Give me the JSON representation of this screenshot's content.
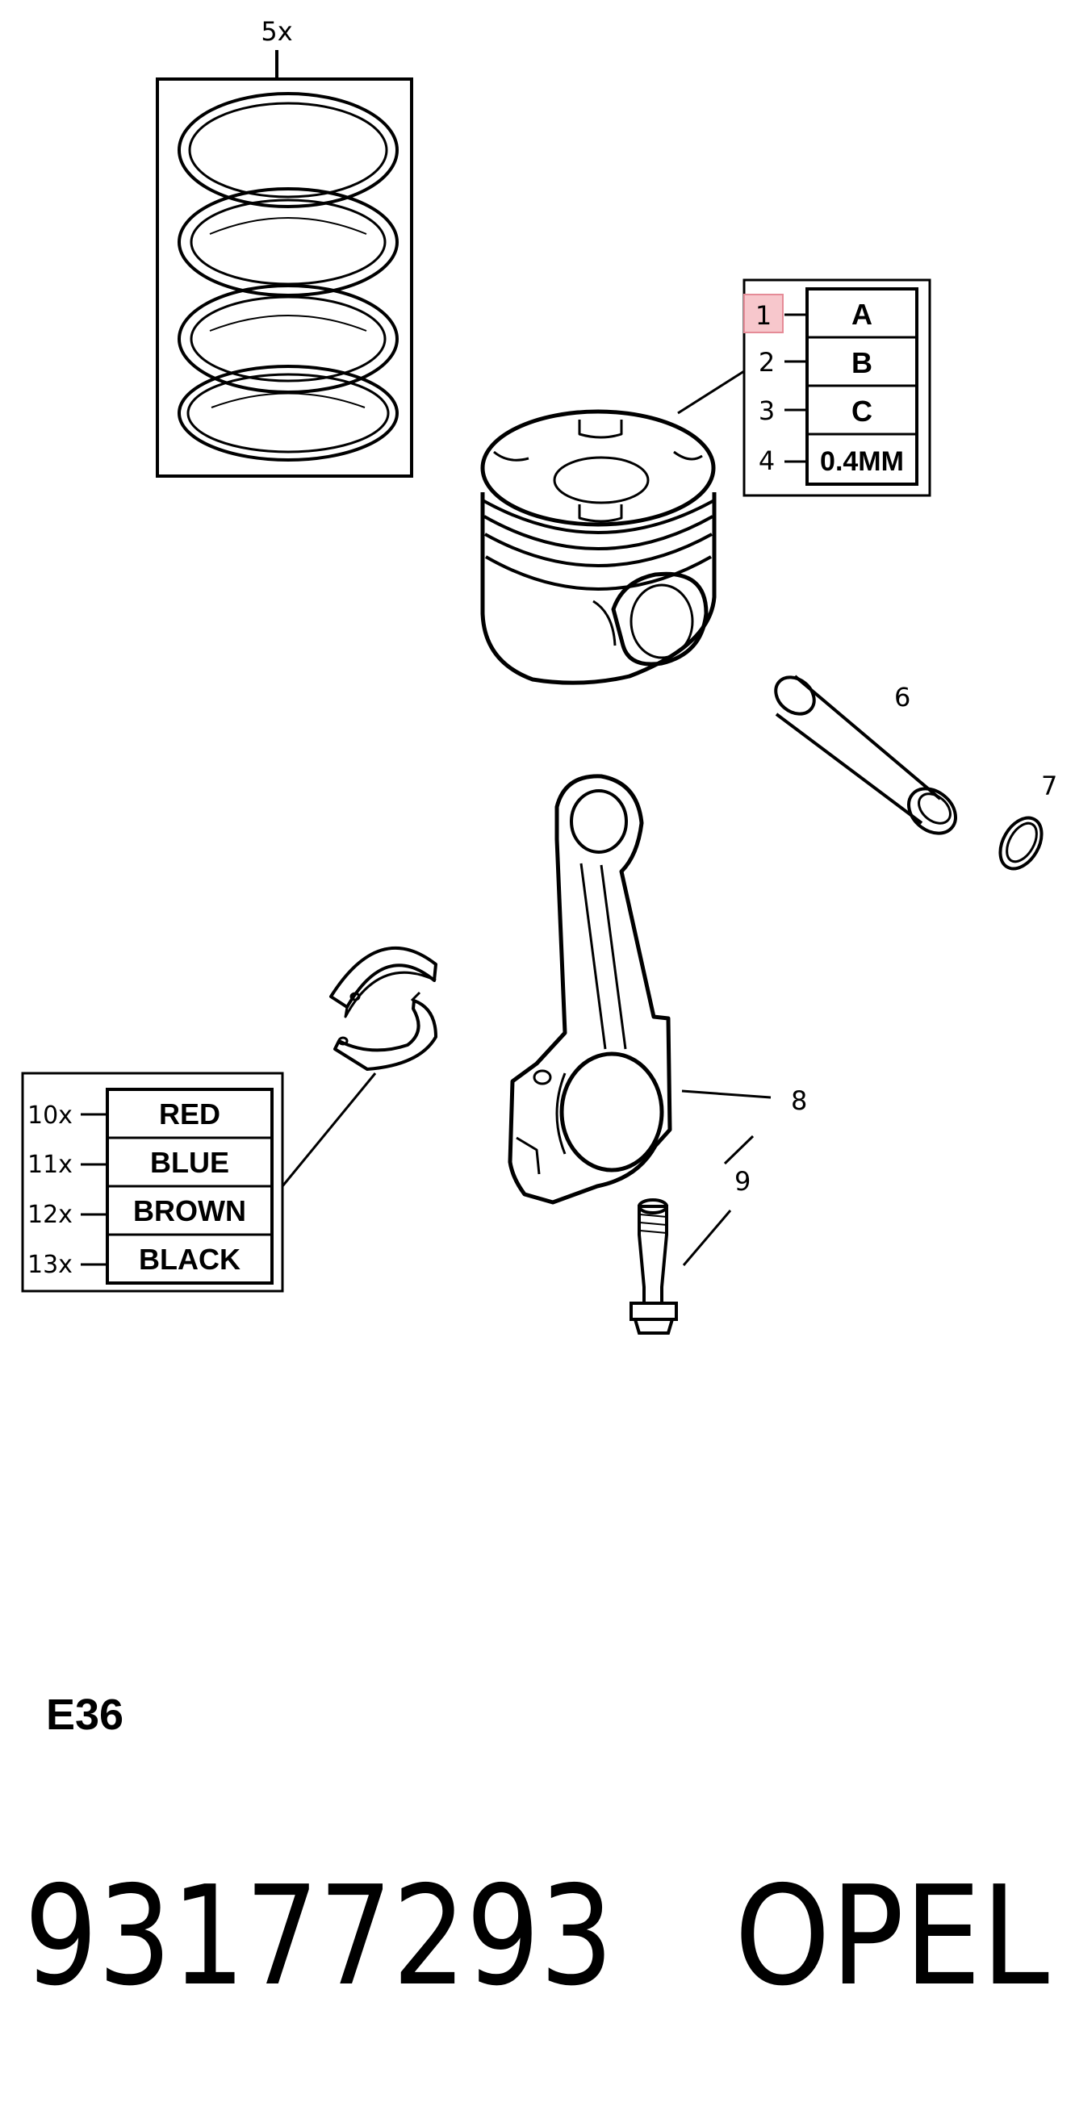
{
  "ring_set": {
    "qty_label": "5x"
  },
  "piston": {
    "callouts": [
      {
        "num": "1",
        "grade": "A",
        "highlighted": true
      },
      {
        "num": "2",
        "grade": "B",
        "highlighted": false
      },
      {
        "num": "3",
        "grade": "C",
        "highlighted": false
      },
      {
        "num": "4",
        "grade": "0.4MM",
        "highlighted": false
      }
    ]
  },
  "pin": {
    "label": "6"
  },
  "circlip": {
    "label": "7"
  },
  "rod": {
    "label": "8"
  },
  "bolt": {
    "label": "9"
  },
  "bearings": {
    "callouts": [
      {
        "qty": "10x",
        "color": "RED"
      },
      {
        "qty": "11x",
        "color": "BLUE"
      },
      {
        "qty": "12x",
        "color": "BROWN"
      },
      {
        "qty": "13x",
        "color": "BLACK"
      }
    ]
  },
  "section_code": "E36",
  "part_number": "93177293",
  "brand": "OPEL",
  "colors": {
    "line": "#000000",
    "highlight_fill": "#f7c7cc",
    "highlight_stroke": "#e58b97"
  }
}
